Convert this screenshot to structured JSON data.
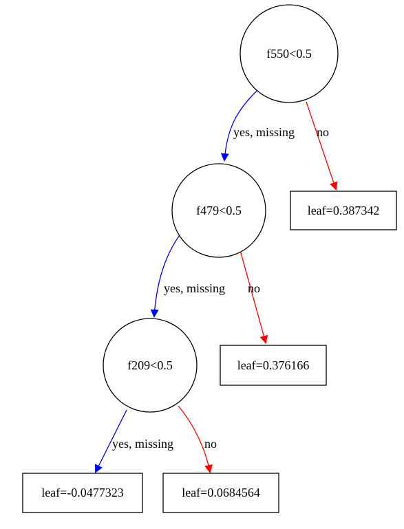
{
  "colors": {
    "yes_edge": "#0000ff",
    "no_edge": "#ff0000",
    "node_stroke": "#000000",
    "background": "#ffffff"
  },
  "nodes": {
    "root": {
      "label": "f550<0.5"
    },
    "n1": {
      "label": "f479<0.5"
    },
    "n2": {
      "label": "f209<0.5"
    }
  },
  "leaves": {
    "l_root_no": {
      "label": "leaf=0.387342"
    },
    "l_n1_no": {
      "label": "leaf=0.376166"
    },
    "l_n2_yes": {
      "label": "leaf=-0.0477323"
    },
    "l_n2_no": {
      "label": "leaf=0.0684564"
    }
  },
  "edges": {
    "root_yes": {
      "label": "yes, missing"
    },
    "root_no": {
      "label": "no"
    },
    "n1_yes": {
      "label": "yes, missing"
    },
    "n1_no": {
      "label": "no"
    },
    "n2_yes": {
      "label": "yes, missing"
    },
    "n2_no": {
      "label": "no"
    }
  }
}
